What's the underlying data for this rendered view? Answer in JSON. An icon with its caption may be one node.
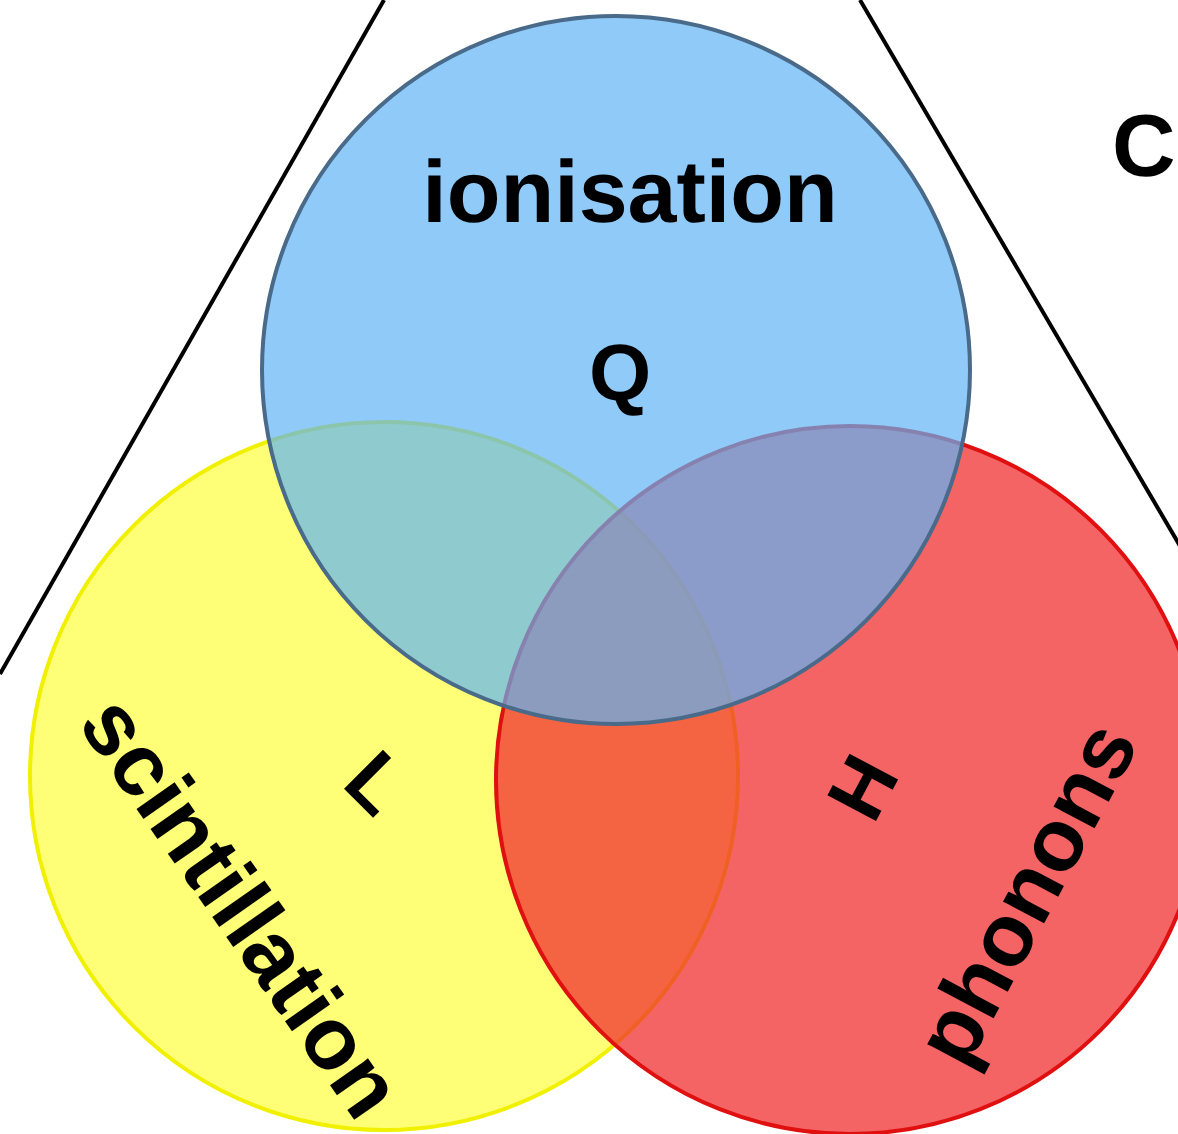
{
  "diagram": {
    "nodes": [
      {
        "text": [
          "ionisation",
          "Q"
        ]
      },
      {
        "text": [
          "scintillation",
          "L"
        ]
      },
      {
        "text": [
          "phonons",
          "H"
        ]
      }
    ],
    "labels": [
      "C"
    ]
  }
}
